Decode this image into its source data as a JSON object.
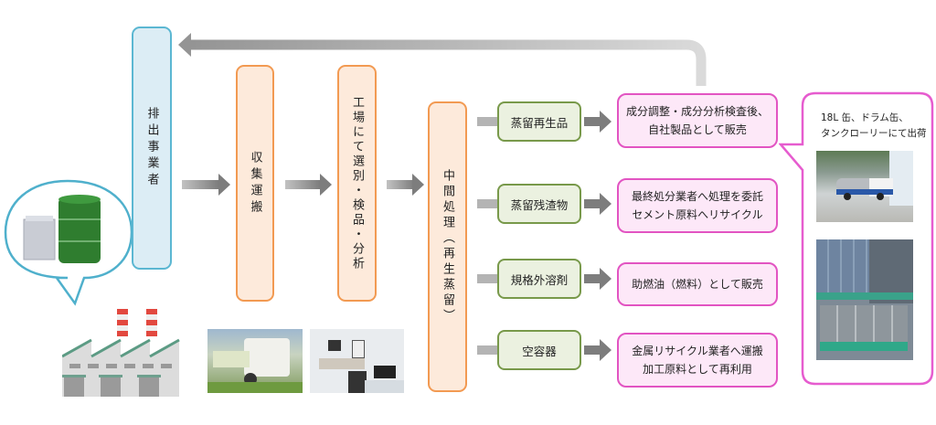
{
  "stages": {
    "emitter": "排出事業者",
    "collection": "収集運搬",
    "factory_sorting": "工場にて選別・検品・分析",
    "intermediate": "中間処理︵再生蒸留︶"
  },
  "outputs": [
    {
      "product": "蒸留再生品",
      "destination_lines": [
        "成分調整・成分分析検査後、",
        "自社製品として販売"
      ]
    },
    {
      "product": "蒸留残渣物",
      "destination_lines": [
        "最終処分業者へ処理を委託",
        "セメント原料へリサイクル"
      ]
    },
    {
      "product": "規格外溶剤",
      "destination_lines": [
        "助燃油（燃料）として販売"
      ]
    },
    {
      "product": "空容器",
      "destination_lines": [
        "金属リサイクル業者へ運搬",
        "加工原料として再利用"
      ]
    }
  ],
  "shipping_panel": {
    "caption_lines": [
      "18L 缶、ドラム缶、",
      "タンクローリーにて出荷"
    ],
    "photos": [
      "tank-lorry-photo",
      "pallet-cans-photo"
    ]
  },
  "left_illustrations": {
    "bubble": [
      "18l-can",
      "drum-can"
    ],
    "factory": "factory-illustration",
    "photos": [
      "collection-truck-photo",
      "lab-photo"
    ]
  },
  "colors": {
    "emitter_border": "#5bb7d2",
    "process_border": "#f29a52",
    "product_border": "#78994a",
    "destination_border": "#e254c2",
    "arrow": "#8c8c8c"
  }
}
